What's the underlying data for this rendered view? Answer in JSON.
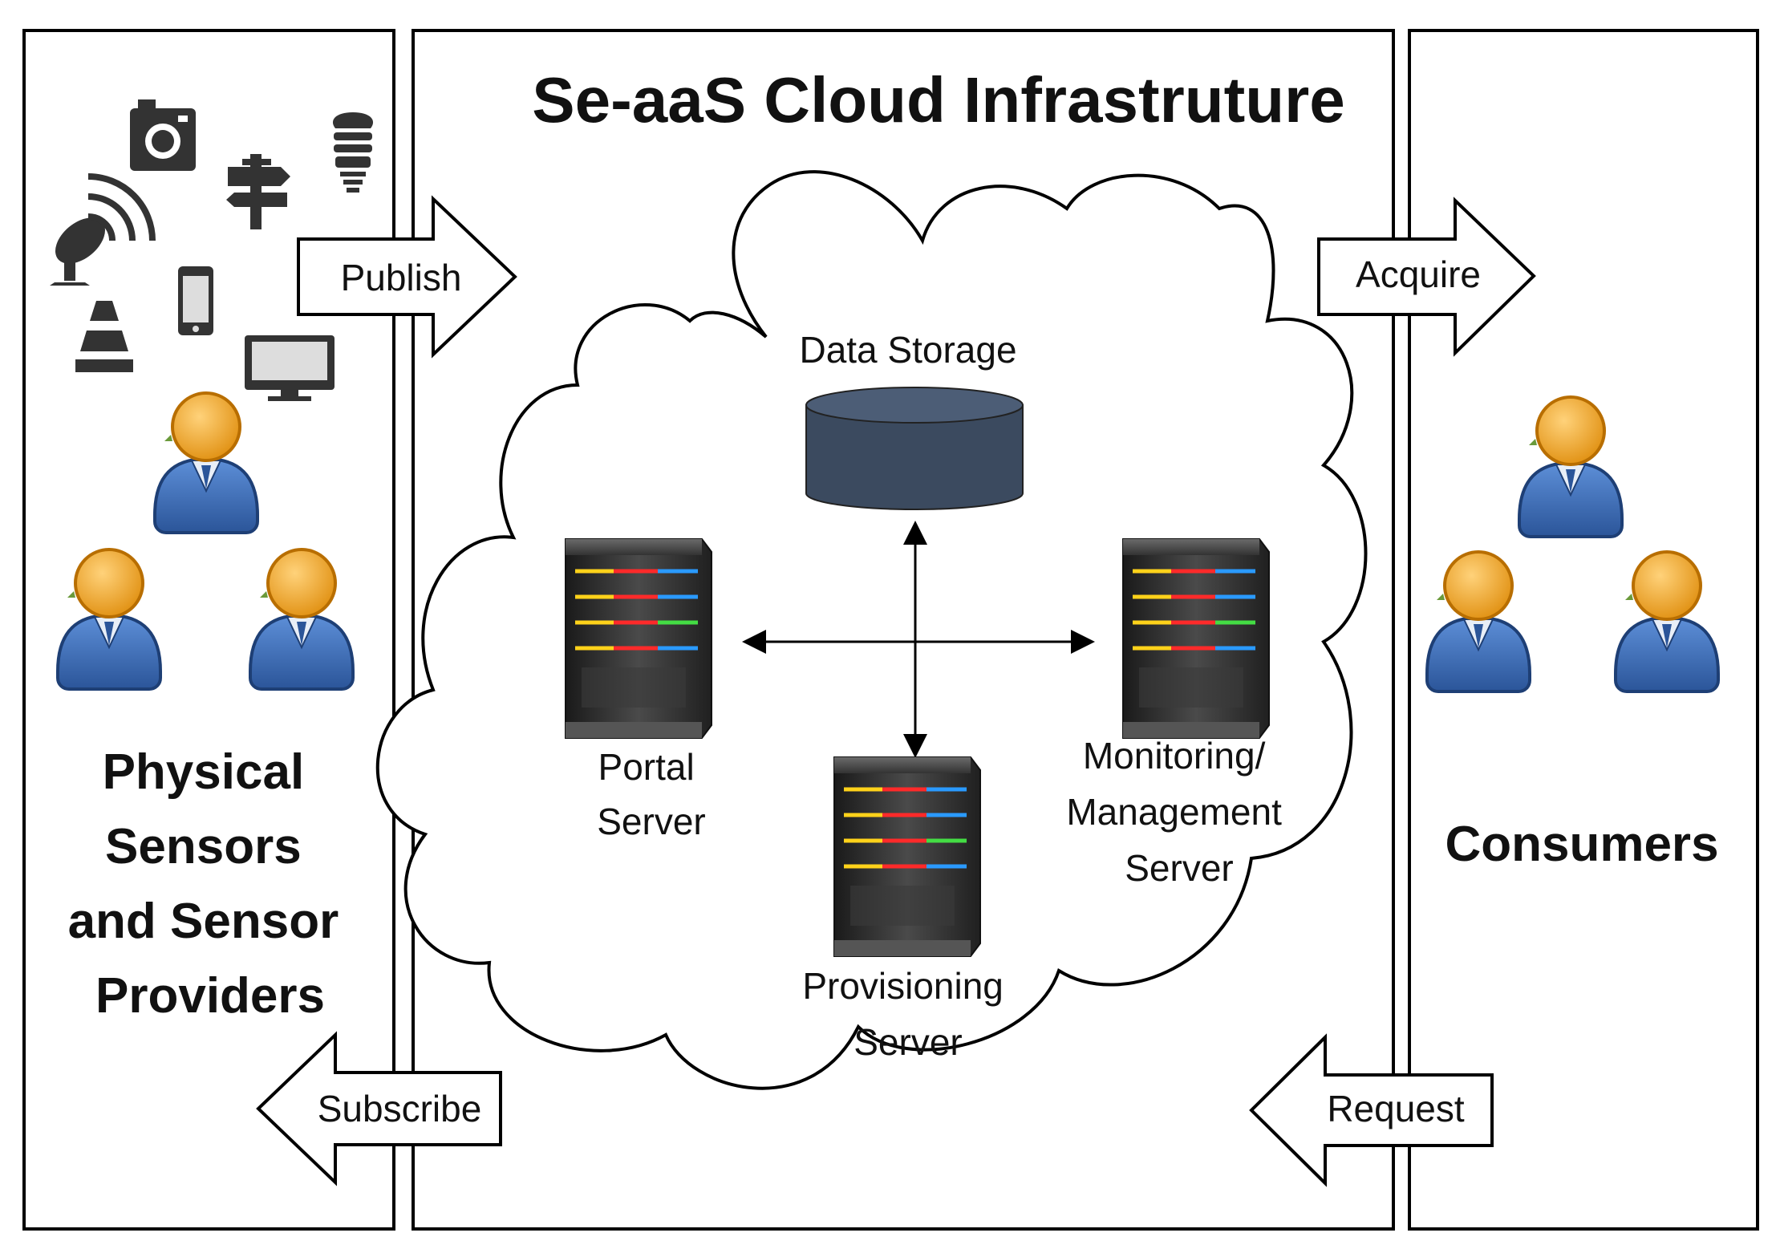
{
  "title": "Se-aaS Cloud Infrastruture",
  "providers": {
    "lines": [
      "Physical",
      "Sensors",
      "and Sensor",
      "Providers"
    ]
  },
  "consumers": {
    "label": "Consumers"
  },
  "flows": {
    "publish": "Publish",
    "subscribe": "Subscribe",
    "acquire": "Acquire",
    "request": "Request"
  },
  "cloud": {
    "storage": "Data Storage",
    "portal": [
      "Portal",
      "Server"
    ],
    "monitoring": [
      "Monitoring/",
      "Management",
      "Server"
    ],
    "provisioning": [
      "Provisioning",
      "Server"
    ]
  },
  "icons": [
    "satellite-dish-icon",
    "camera-icon",
    "signpost-icon",
    "light-bulb-icon",
    "smartphone-icon",
    "traffic-cone-icon",
    "monitor-icon",
    "user-icon",
    "database-icon",
    "server-icon"
  ],
  "colors": {
    "database": "#3b4a5f",
    "user_body": "#3d6bb5",
    "user_head": "#f0a830",
    "server_body": "#2a2a2a"
  }
}
